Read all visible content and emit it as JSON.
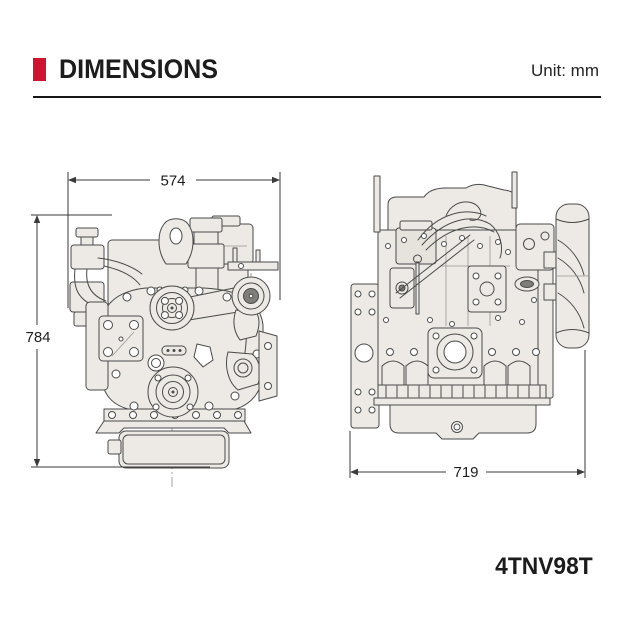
{
  "header": {
    "title": "DIMENSIONS",
    "unit_label": "Unit: mm",
    "accent_color": "#cf1432"
  },
  "drawings": {
    "front_view": {
      "width_label": "574",
      "height_label": "784"
    },
    "side_view": {
      "length_label": "719"
    }
  },
  "footer": {
    "model": "4TNV98T"
  }
}
